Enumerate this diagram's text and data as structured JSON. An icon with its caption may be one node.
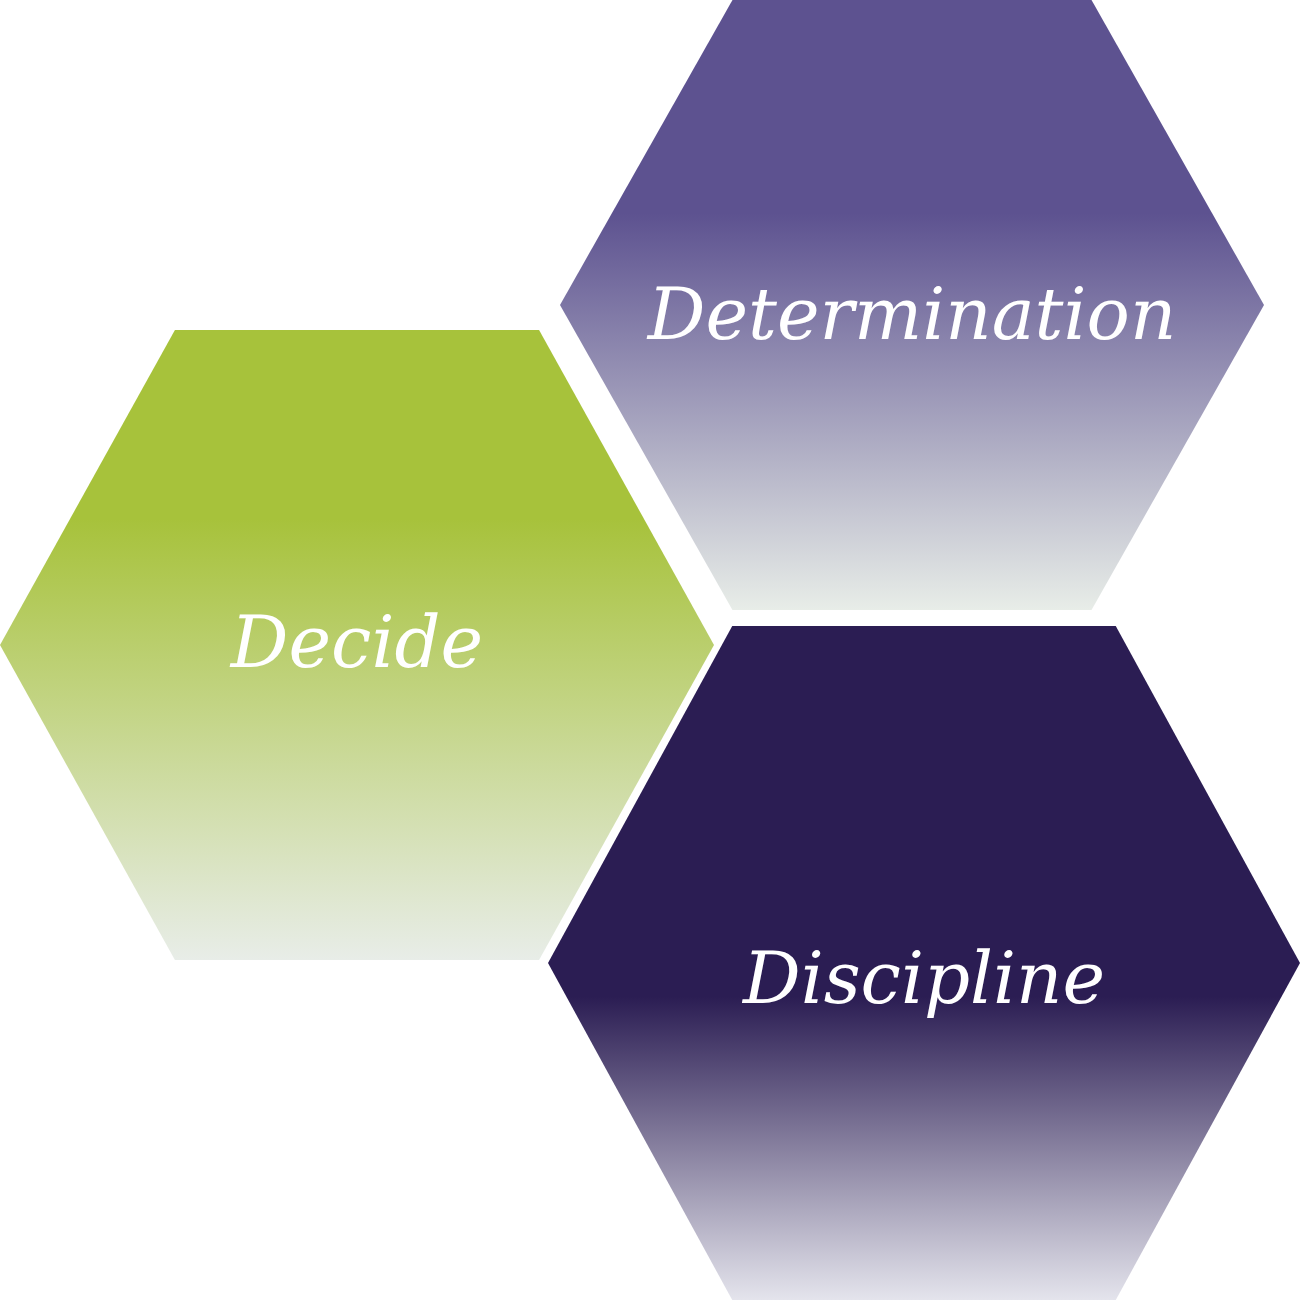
{
  "diagram": {
    "nodes": [
      {
        "text": [
          "Determination"
        ]
      },
      {
        "text": [
          "Decide"
        ]
      },
      {
        "text": [
          "Discipline"
        ]
      }
    ]
  }
}
